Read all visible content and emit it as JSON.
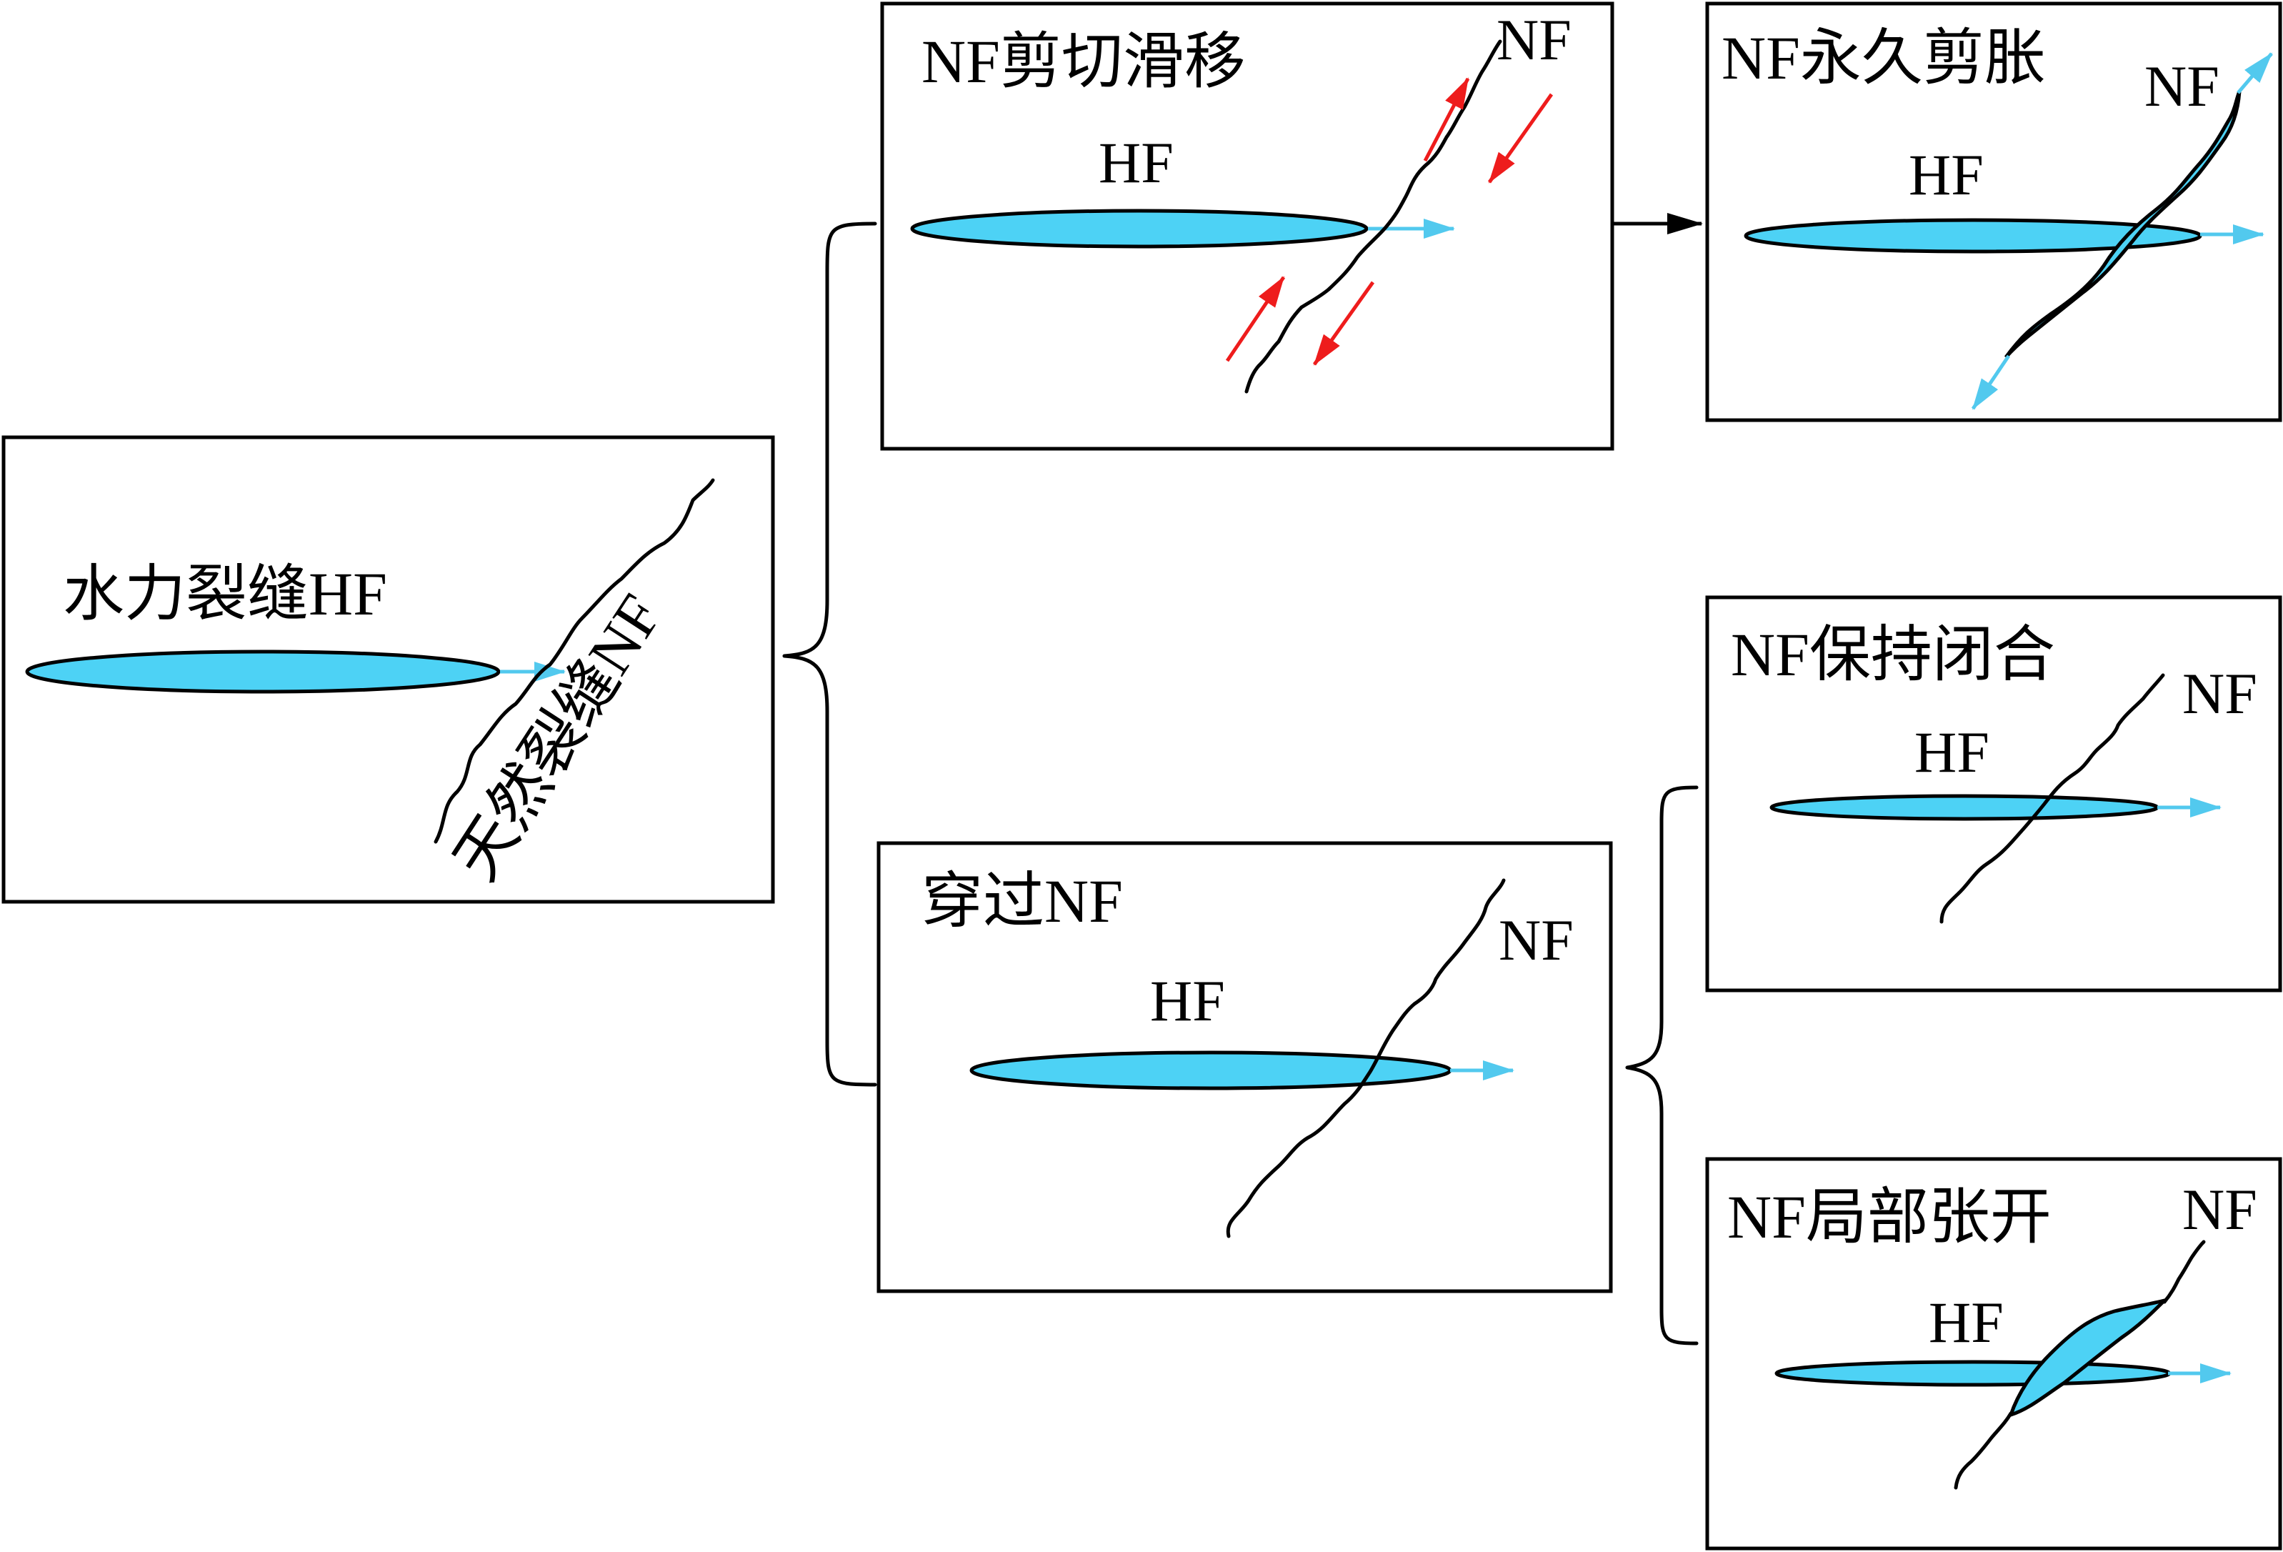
{
  "colors": {
    "hf_fill": "#4dd2f5",
    "flow_arrow": "#52c9ee",
    "slip_arrow": "#ee1c1c",
    "outline": "#000000"
  },
  "panels": {
    "start": {
      "title": "水力裂缝HF",
      "nf_label": "天然裂缝NF"
    },
    "slip": {
      "title": "NF剪切滑移",
      "hf_label": "HF",
      "nf_label": "NF"
    },
    "dilate": {
      "title": "NF永久剪胀",
      "hf_label": "HF",
      "nf_label": "NF"
    },
    "cross": {
      "title": "穿过NF",
      "hf_label": "HF",
      "nf_label": "NF"
    },
    "closed": {
      "title": "NF保持闭合",
      "hf_label": "HF",
      "nf_label": "NF"
    },
    "opening": {
      "title": "NF局部张开",
      "hf_label": "HF",
      "nf_label": "NF"
    }
  }
}
